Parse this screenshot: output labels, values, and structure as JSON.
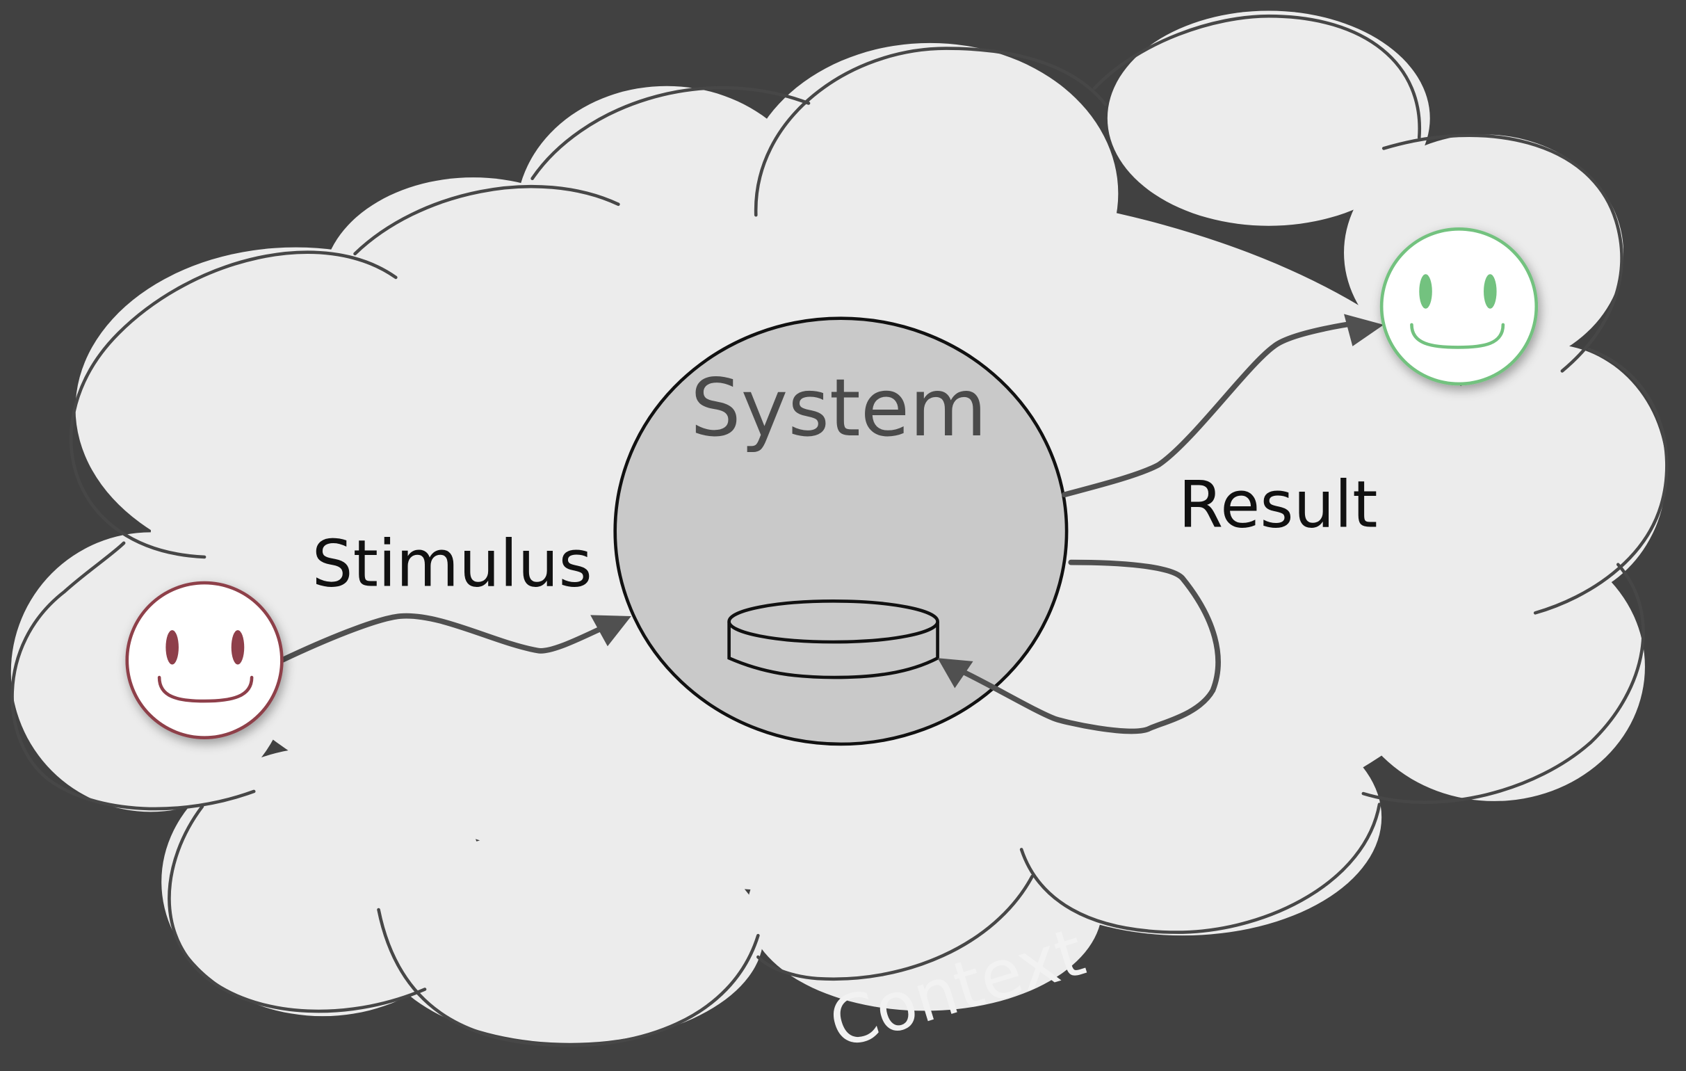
{
  "labels": {
    "system": "System",
    "stimulus": "Stimulus",
    "result": "Result",
    "context": "Context"
  },
  "colors": {
    "background": "#414141",
    "cloud_fill": "#ececec",
    "cloud_stroke": "#474747",
    "system_fill": "#c9c9c9",
    "system_text": "#4a4a4a",
    "arrow": "#505050",
    "stimulus_face": "#8e3f4a",
    "result_face": "#73c27f",
    "context_text": "#f2f2f2"
  },
  "icons": {
    "stimulus_actor": "unhappy-smiley-face-icon",
    "result_actor": "happy-smiley-face-icon",
    "storage": "database-cylinder-icon"
  }
}
